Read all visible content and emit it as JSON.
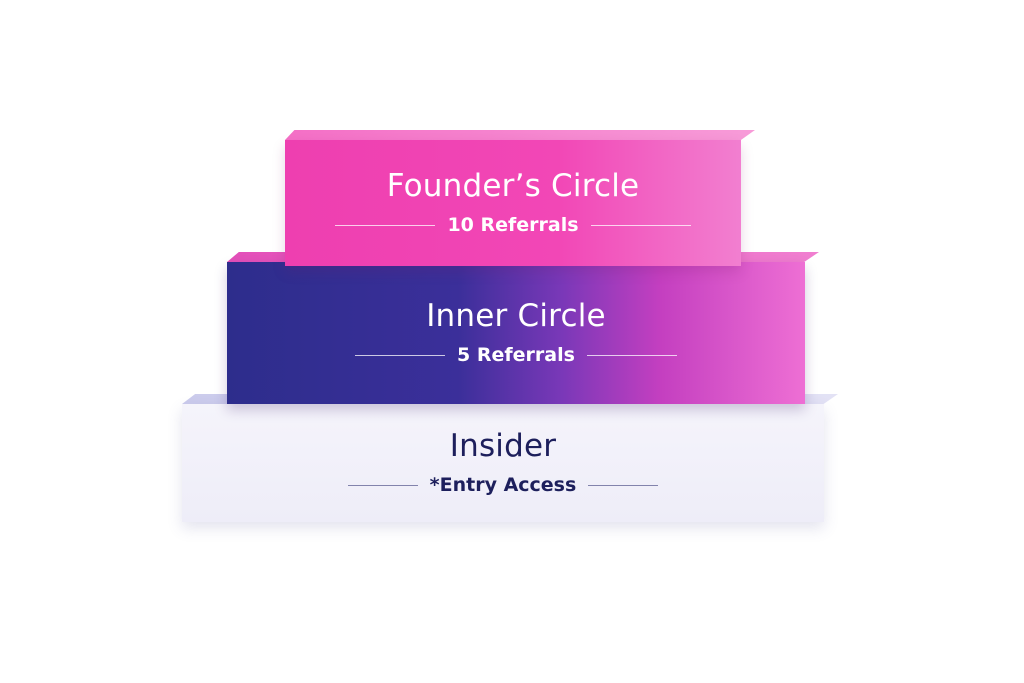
{
  "tiers": [
    {
      "name": "Founder’s Circle",
      "subtitle": "10 Referrals"
    },
    {
      "name": "Inner Circle",
      "subtitle": "5 Referrals"
    },
    {
      "name": "Insider",
      "subtitle": "*Entry Access"
    }
  ],
  "colors": {
    "founders_circle": "#f247b6",
    "inner_circle_start": "#2d2d8c",
    "inner_circle_end": "#ee6fd4",
    "insider": "#eeedf8",
    "insider_text": "#1d1f5c"
  }
}
